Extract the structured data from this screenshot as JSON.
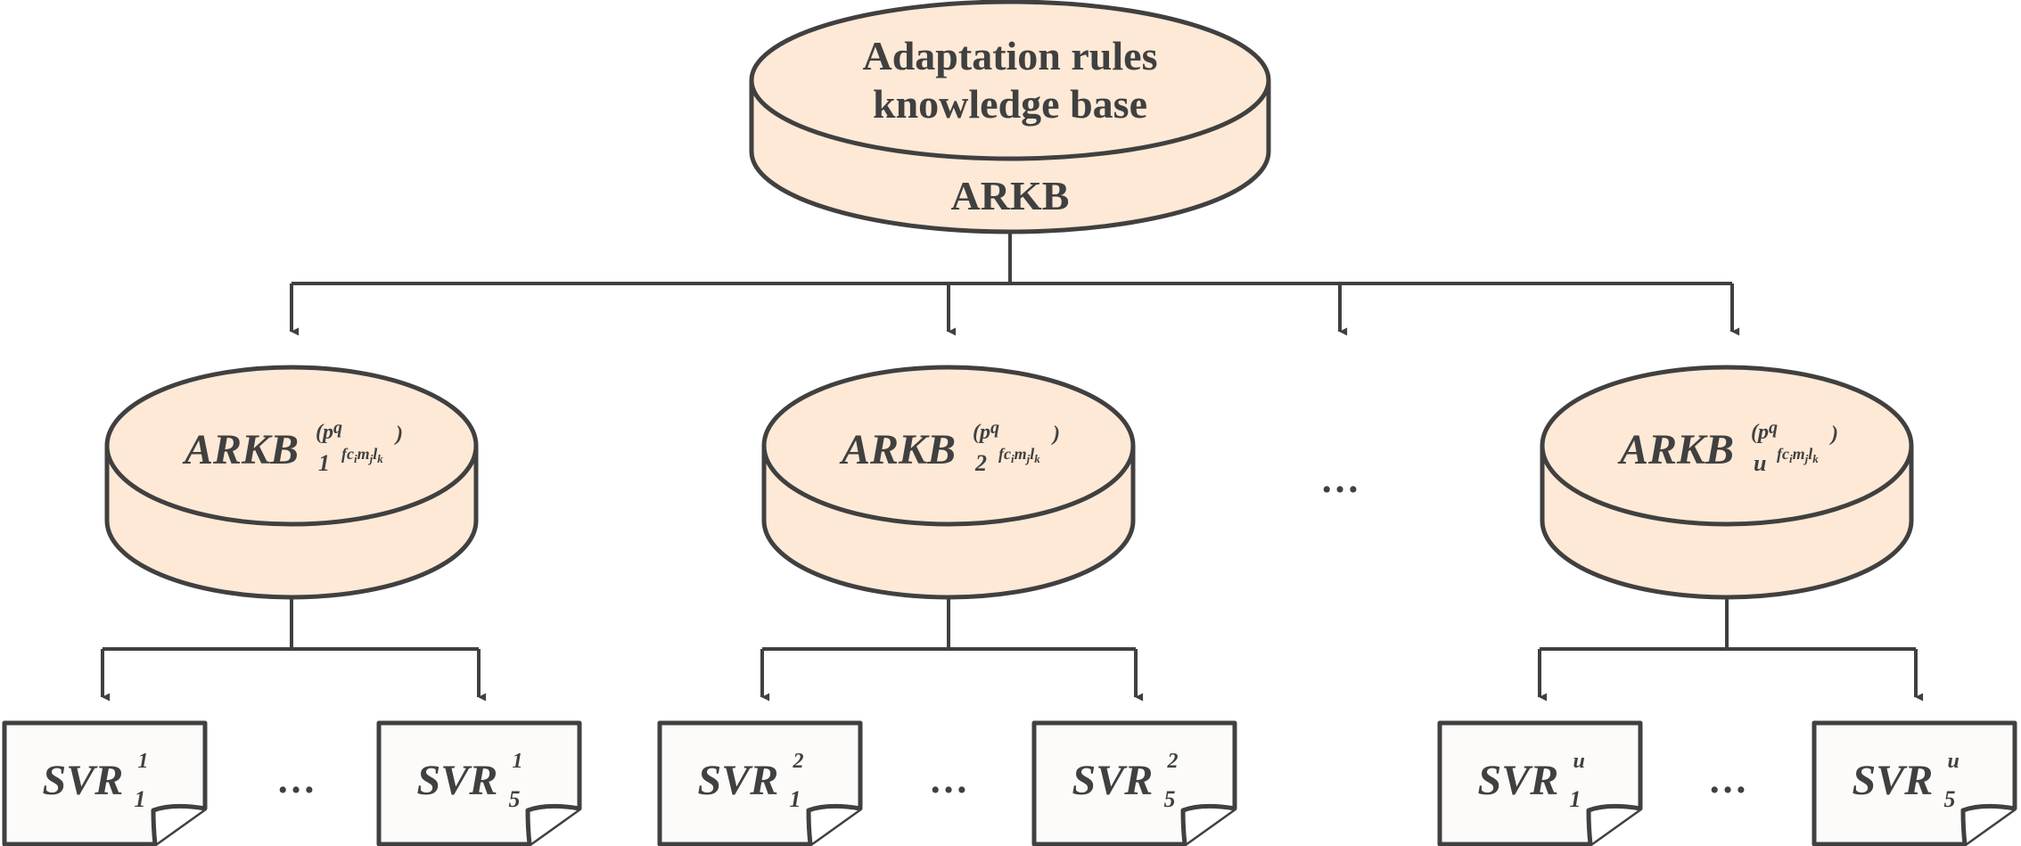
{
  "colors": {
    "stroke": "#404040",
    "cylinder_fill": "#fde9d6",
    "doc_fill": "#fdfbf9",
    "background": "#ffffff"
  },
  "root": {
    "title_line1": "Adaptation rules",
    "title_line2": "knowledge base",
    "abbr": "ARKB"
  },
  "sub_bases": [
    {
      "base": "ARKB",
      "index": "1",
      "sup_open": "(p",
      "sup_q": "q",
      "sup_sub": "fc",
      "sup_i": "i",
      "sup_m": "m",
      "sup_j": "j",
      "sup_l": "l",
      "sup_k": "k",
      "sup_close": ")"
    },
    {
      "base": "ARKB",
      "index": "2",
      "sup_open": "(p",
      "sup_q": "q",
      "sup_sub": "fc",
      "sup_i": "i",
      "sup_m": "m",
      "sup_j": "j",
      "sup_l": "l",
      "sup_k": "k",
      "sup_close": ")"
    },
    {
      "base": "ARKB",
      "index": "u",
      "sup_open": "(p",
      "sup_q": "q",
      "sup_sub": "fc",
      "sup_i": "i",
      "sup_m": "m",
      "sup_j": "j",
      "sup_l": "l",
      "sup_k": "k",
      "sup_close": ")"
    }
  ],
  "middle_ellipsis": "…",
  "groups": [
    {
      "docs": [
        {
          "base": "SVR",
          "sup": "1",
          "sub": "1"
        },
        {
          "base": "SVR",
          "sup": "1",
          "sub": "5"
        }
      ],
      "ellipsis": "…"
    },
    {
      "docs": [
        {
          "base": "SVR",
          "sup": "2",
          "sub": "1"
        },
        {
          "base": "SVR",
          "sup": "2",
          "sub": "5"
        }
      ],
      "ellipsis": "…"
    },
    {
      "docs": [
        {
          "base": "SVR",
          "sup": "u",
          "sub": "1"
        },
        {
          "base": "SVR",
          "sup": "u",
          "sub": "5"
        }
      ],
      "ellipsis": "…"
    }
  ]
}
